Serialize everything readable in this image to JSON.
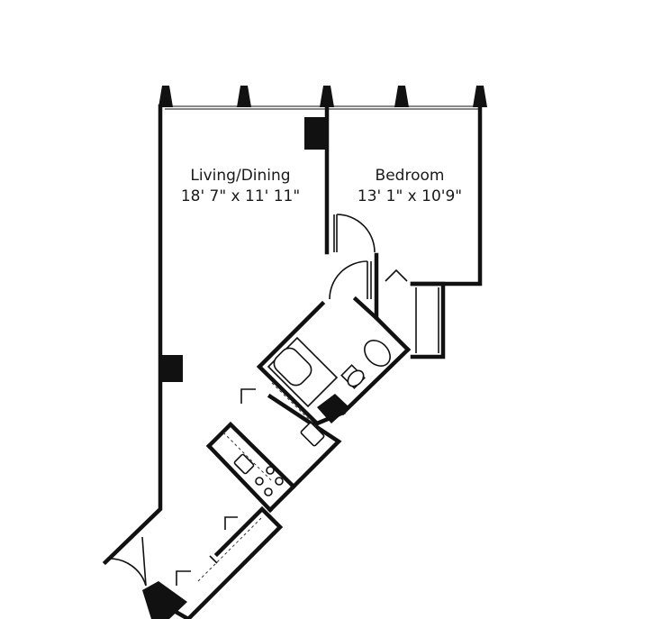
{
  "rooms": {
    "living_dining": {
      "name": "Living/Dining",
      "dimensions": "18' 7\" x 11' 11\""
    },
    "bedroom": {
      "name": "Bedroom",
      "dimensions": "13' 1\" x 10'9\""
    }
  }
}
